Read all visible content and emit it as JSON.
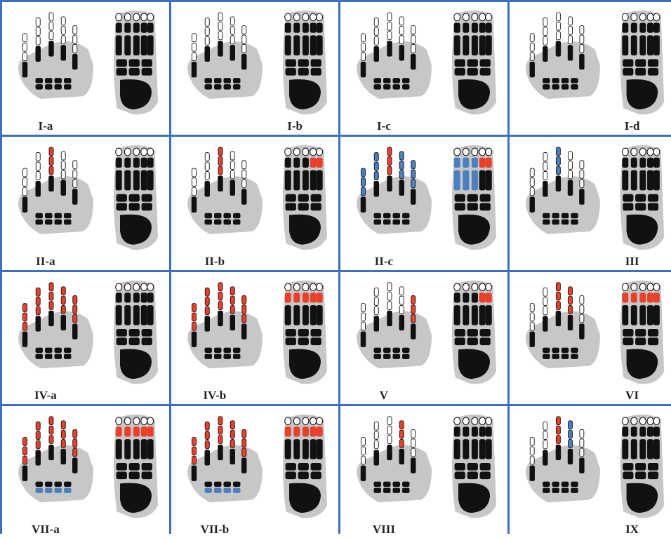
{
  "panels": [
    {
      "label": "I-a",
      "hand": "normal",
      "foot": "normal",
      "hand_color": "none",
      "foot_color": "none",
      "pos": "left"
    },
    {
      "label": "I-b",
      "hand": "normal",
      "foot": "normal",
      "hand_color": "none",
      "foot_color": "none",
      "pos": "right"
    },
    {
      "label": "I-c",
      "hand": "normal",
      "foot": "normal",
      "hand_color": "none",
      "foot_color": "none",
      "pos": "left"
    },
    {
      "label": "I-d",
      "hand": "normal",
      "foot": "normal",
      "hand_color": "none",
      "foot_color": "none",
      "pos": "right"
    },
    {
      "label": "II-a",
      "hand": "middle-red",
      "foot": "normal",
      "hand_color": "red",
      "foot_color": "none",
      "pos": "left"
    },
    {
      "label": "II-b",
      "hand": "middle-red",
      "foot": "toe-red",
      "hand_color": "red",
      "foot_color": "red",
      "pos": "left"
    },
    {
      "label": "II-c",
      "hand": "blue-red",
      "foot": "blue-red",
      "hand_color": "blue",
      "foot_color": "blue",
      "pos": "left"
    },
    {
      "label": "III",
      "hand": "middle-blue",
      "foot": "normal",
      "hand_color": "blue",
      "foot_color": "none",
      "pos": "right"
    },
    {
      "label": "IV-a",
      "hand": "round-red",
      "foot": "normal",
      "hand_color": "red",
      "foot_color": "none",
      "pos": "left"
    },
    {
      "label": "IV-b",
      "hand": "round-red",
      "foot": "toes-red",
      "hand_color": "red",
      "foot_color": "red",
      "pos": "left"
    },
    {
      "label": "V",
      "hand": "thumb-red",
      "foot": "toe-red",
      "hand_color": "red",
      "foot_color": "red",
      "pos": "left"
    },
    {
      "label": "VI",
      "hand": "slant-red",
      "foot": "toes-red",
      "hand_color": "red",
      "foot_color": "red",
      "pos": "right"
    },
    {
      "label": "VII-a",
      "hand": "narrow-red",
      "foot": "toes-red",
      "hand_color": "red",
      "foot_color": "red",
      "pos": "left"
    },
    {
      "label": "VII-b",
      "hand": "split-red",
      "foot": "toes-red",
      "hand_color": "red",
      "foot_color": "red",
      "pos": "left"
    },
    {
      "label": "VIII",
      "hand": "ring-red",
      "foot": "normal",
      "hand_color": "red",
      "foot_color": "none",
      "pos": "left"
    },
    {
      "label": "IX",
      "hand": "wide-red",
      "foot": "normal",
      "hand_color": "red",
      "foot_color": "none",
      "pos": "right"
    }
  ],
  "colors": {
    "frame": "#3a70bf",
    "bone": "#111111",
    "tissue": "#c7c7c7",
    "red": "#e8402a",
    "blue": "#4a7fc0",
    "white_bone": "#ffffff"
  }
}
